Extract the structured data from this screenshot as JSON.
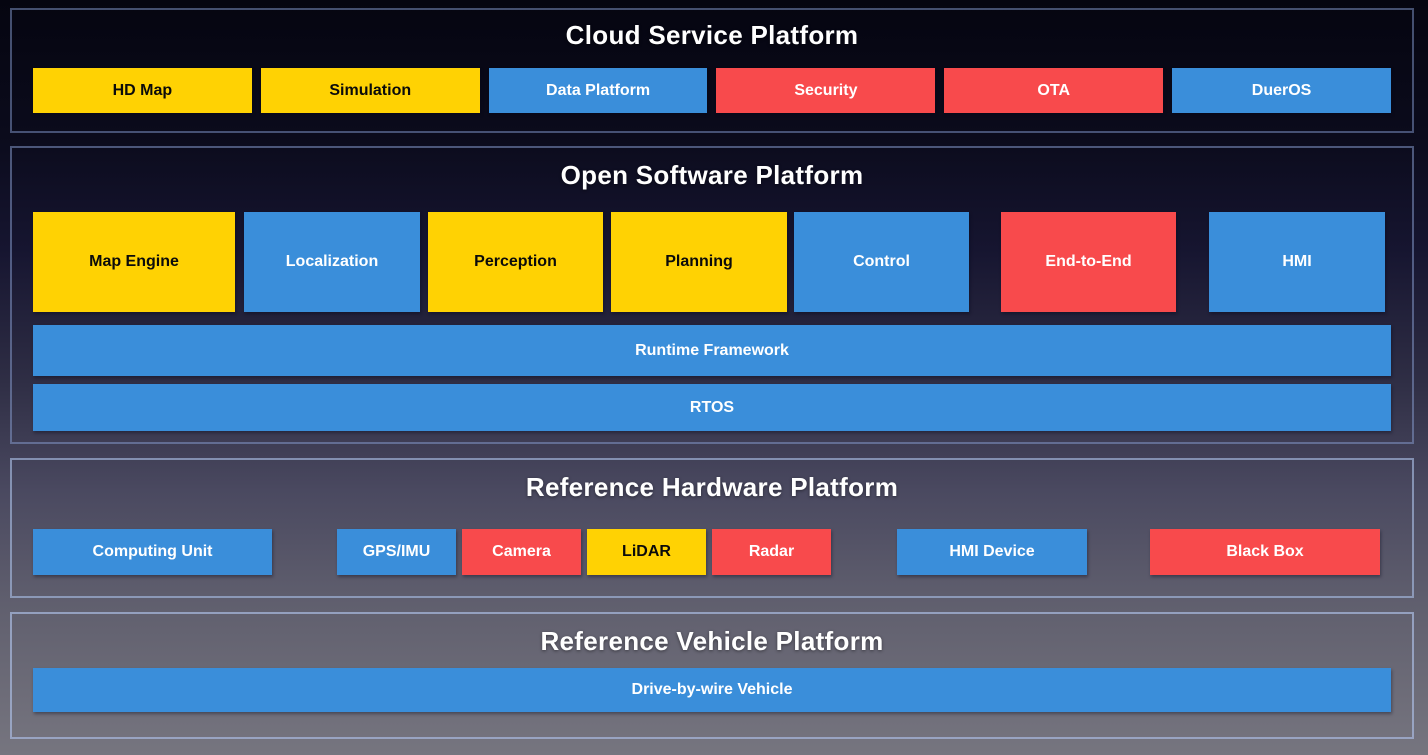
{
  "palette": {
    "yellow": "#FFD203",
    "blue": "#3A8EDA",
    "red": "#F84A4C",
    "title_text": "#FFFFFF",
    "yellow_box_text": "#0B0B0B",
    "section_border": "#94A7D2"
  },
  "sections": {
    "cloud": {
      "title": "Cloud Service Platform",
      "items": [
        {
          "label": "HD Map",
          "color": "yellow"
        },
        {
          "label": "Simulation",
          "color": "yellow"
        },
        {
          "label": "Data Platform",
          "color": "blue"
        },
        {
          "label": "Security",
          "color": "red"
        },
        {
          "label": "OTA",
          "color": "red"
        },
        {
          "label": "DuerOS",
          "color": "blue"
        }
      ]
    },
    "software": {
      "title": "Open Software Platform",
      "modules": [
        {
          "label": "Map Engine",
          "color": "yellow"
        },
        {
          "label": "Localization",
          "color": "blue"
        },
        {
          "label": "Perception",
          "color": "yellow"
        },
        {
          "label": "Planning",
          "color": "yellow"
        },
        {
          "label": "Control",
          "color": "blue"
        },
        {
          "label": "End-to-End",
          "color": "red"
        },
        {
          "label": "HMI",
          "color": "blue"
        }
      ],
      "bars": [
        {
          "label": "Runtime Framework",
          "color": "blue"
        },
        {
          "label": "RTOS",
          "color": "blue"
        }
      ]
    },
    "hardware": {
      "title": "Reference Hardware Platform",
      "items": [
        {
          "label": "Computing Unit",
          "color": "blue"
        },
        {
          "label": "GPS/IMU",
          "color": "blue"
        },
        {
          "label": "Camera",
          "color": "red"
        },
        {
          "label": "LiDAR",
          "color": "yellow"
        },
        {
          "label": "Radar",
          "color": "red"
        },
        {
          "label": "HMI Device",
          "color": "blue"
        },
        {
          "label": "Black Box",
          "color": "red"
        }
      ]
    },
    "vehicle": {
      "title": "Reference Vehicle Platform",
      "items": [
        {
          "label": "Drive-by-wire Vehicle",
          "color": "blue"
        }
      ]
    }
  }
}
